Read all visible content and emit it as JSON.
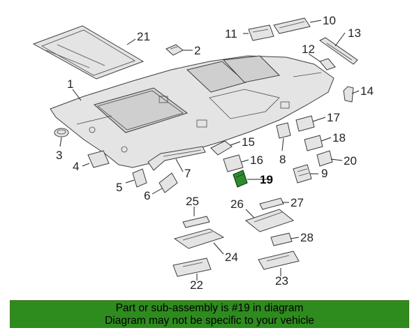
{
  "diagram": {
    "callouts": [
      "1",
      "2",
      "3",
      "4",
      "5",
      "6",
      "7",
      "8",
      "9",
      "10",
      "11",
      "12",
      "13",
      "14",
      "15",
      "16",
      "17",
      "18",
      "19",
      "20",
      "21",
      "22",
      "23",
      "24",
      "25",
      "26",
      "27",
      "28"
    ],
    "highlighted_callout": "19",
    "highlight_color": "#2f8a2f"
  },
  "banner": {
    "line1": "Part or sub-assembly is #19 in diagram",
    "line2": "Diagram may not be specific to your vehicle",
    "background": "#2e8b1e"
  }
}
